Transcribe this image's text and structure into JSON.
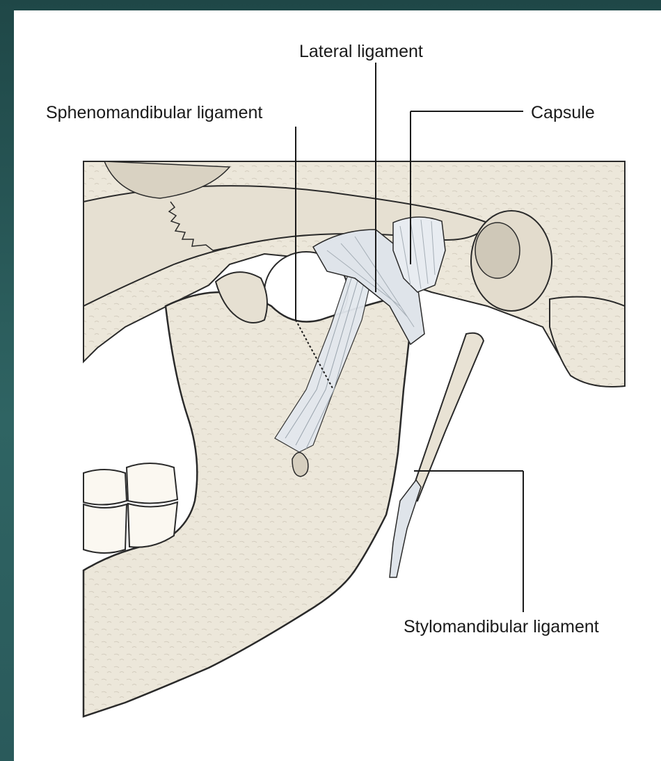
{
  "labels": {
    "lateral_ligament": "Lateral ligament",
    "sphenomandibular_ligament": "Sphenomandibular ligament",
    "capsule": "Capsule",
    "stylomandibular_ligament": "Stylomandibular ligament"
  },
  "colors": {
    "background": "#2c5d5e",
    "bone": "#ece7da",
    "bone_shadow": "#cfc9ba",
    "ligament": "#dfe4ea",
    "outline": "#2a2a2a"
  }
}
